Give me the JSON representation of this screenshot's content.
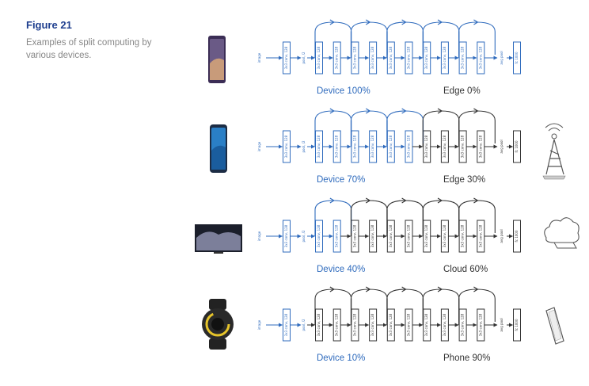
{
  "figure": {
    "title": "Figure 21",
    "caption": "Examples of split computing by various devices."
  },
  "colors": {
    "device": "#2f6bbd",
    "remote": "#333333",
    "caption_title": "#1f3f8f",
    "caption_text": "#888888"
  },
  "layers": {
    "input": "image",
    "first_conv": "3x3 conv, 128",
    "pool": "pool, /2",
    "convs": [
      "3x3 conv, 128",
      "3x3 conv, 128",
      "3x3 conv, 128",
      "3x3 conv, 128",
      "3x3 conv, 128",
      "3x3 conv, 128",
      "3x3 conv, 128",
      "3x3 conv, 128",
      "3x3 conv, 128",
      "3x3 conv, 128"
    ],
    "avgpool": "avg pool",
    "fc": "fc 1000"
  },
  "rows": [
    {
      "device": "phone-note-icon",
      "device_blocks": 12,
      "left_label": "Device 100%",
      "right_label": "Edge 0%",
      "remote": ""
    },
    {
      "device": "phone-s-icon",
      "device_blocks": 8,
      "left_label": "Device 70%",
      "right_label": "Edge 30%",
      "remote": "cell-tower-icon"
    },
    {
      "device": "tv-icon",
      "device_blocks": 4,
      "left_label": "Device 40%",
      "right_label": "Cloud 60%",
      "remote": "cloud-icon"
    },
    {
      "device": "smartwatch-icon",
      "device_blocks": 2,
      "left_label": "Device 10%",
      "right_label": "Phone 90%",
      "remote": "tablet-icon"
    }
  ]
}
